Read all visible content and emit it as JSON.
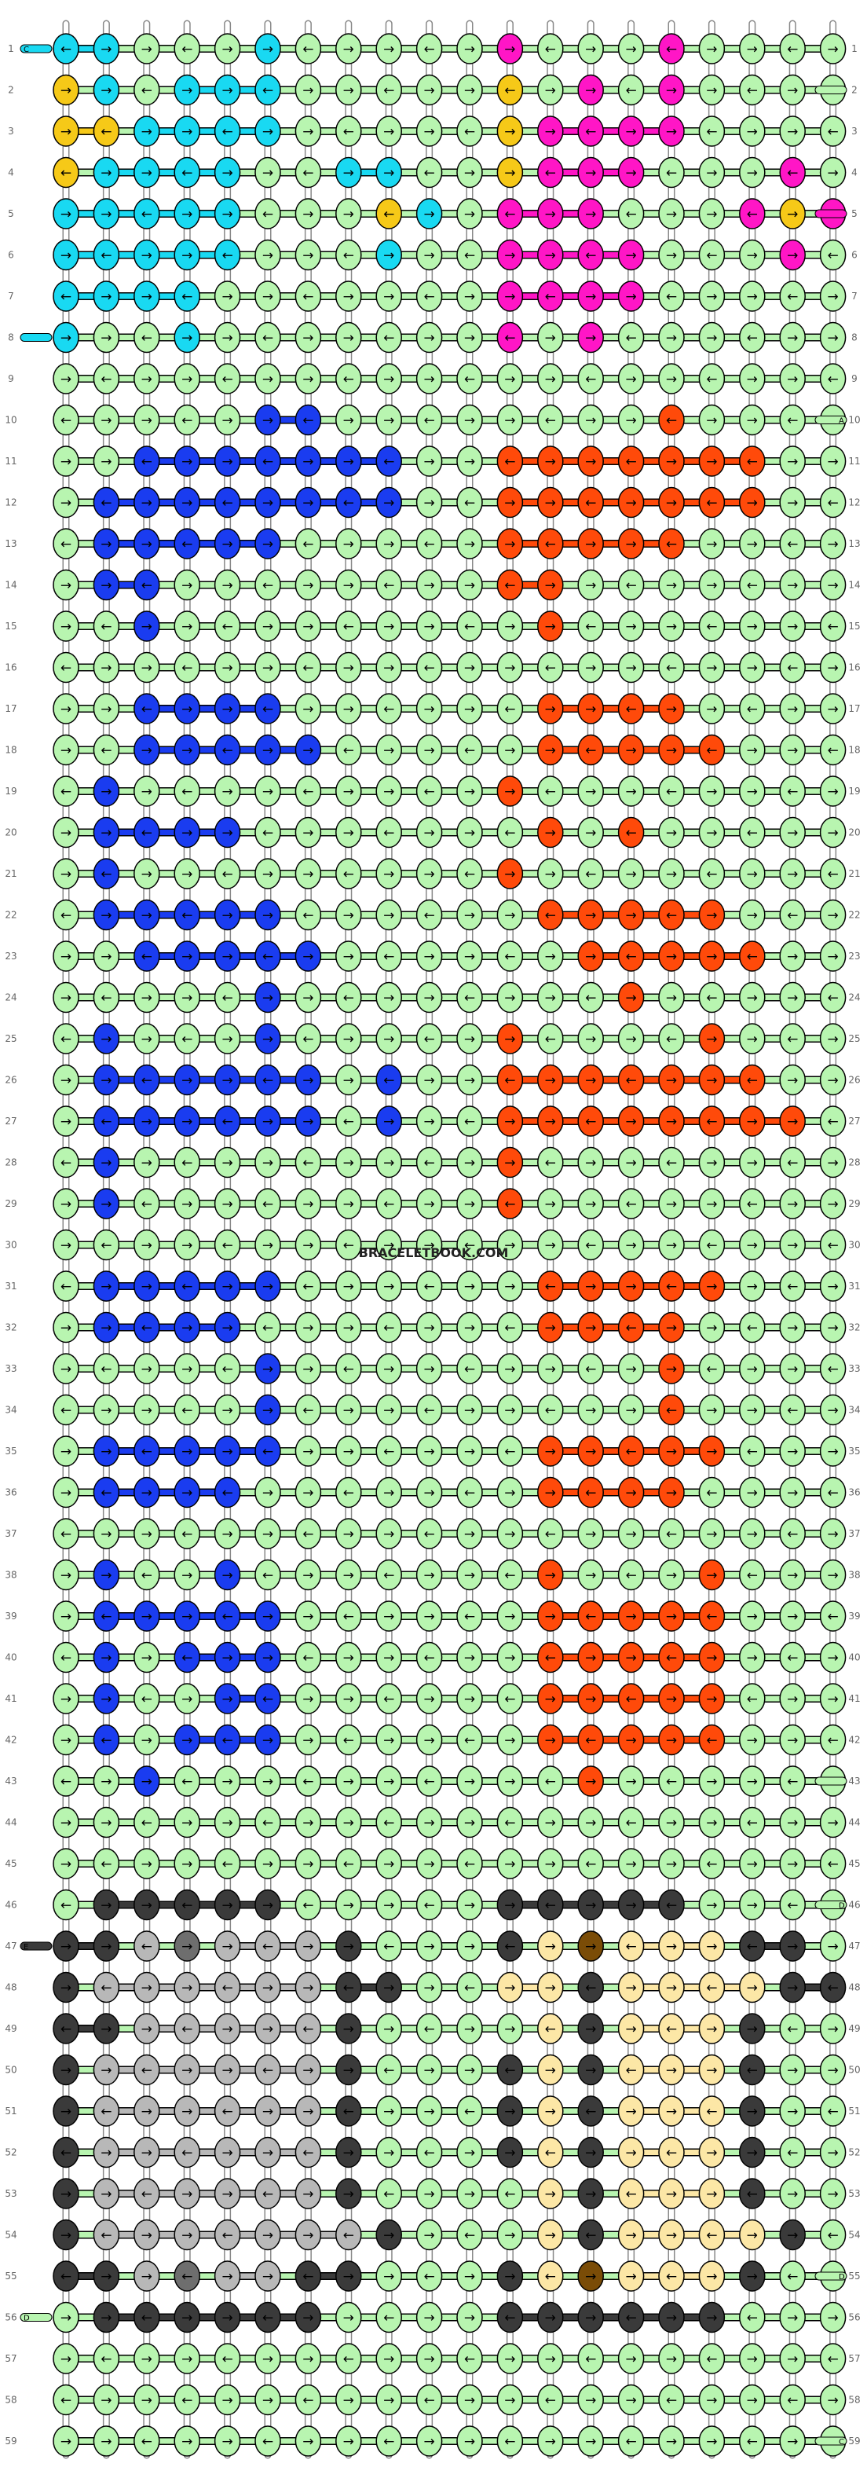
{
  "watermark": "BRACELETBOOK.COM",
  "grid": {
    "columns": 20,
    "rows": 59,
    "row_labels_left": [
      "1",
      "2",
      "3",
      "4",
      "5",
      "6",
      "7",
      "8",
      "9",
      "10",
      "11",
      "12",
      "13",
      "14",
      "15",
      "16",
      "17",
      "18",
      "19",
      "20",
      "21",
      "22",
      "23",
      "24",
      "25",
      "26",
      "27",
      "28",
      "29",
      "30",
      "31",
      "32",
      "33",
      "34",
      "35",
      "36",
      "37",
      "38",
      "39",
      "40",
      "41",
      "42",
      "43",
      "44",
      "45",
      "46",
      "47",
      "48",
      "49",
      "50",
      "51",
      "52",
      "53",
      "54",
      "55",
      "56",
      "57",
      "58",
      "59"
    ],
    "row_labels_right": [
      "1",
      "2",
      "3",
      "4",
      "5",
      "6",
      "7",
      "8",
      "9",
      "10",
      "11",
      "12",
      "13",
      "14",
      "15",
      "16",
      "17",
      "18",
      "19",
      "20",
      "21",
      "22",
      "23",
      "24",
      "25",
      "26",
      "27",
      "28",
      "29",
      "30",
      "31",
      "32",
      "33",
      "34",
      "35",
      "36",
      "37",
      "38",
      "39",
      "40",
      "41",
      "42",
      "43",
      "44",
      "45",
      "46",
      "47",
      "48",
      "49",
      "50",
      "51",
      "52",
      "53",
      "54",
      "55",
      "56",
      "57",
      "58",
      "59"
    ],
    "end_markers": {
      "left": [
        {
          "row": 1,
          "letter": "C"
        },
        {
          "row": 8,
          "letter": ""
        },
        {
          "row": 47,
          "letter": "E"
        },
        {
          "row": 56,
          "letter": "D"
        }
      ],
      "right": [
        {
          "row": 2,
          "letter": ""
        },
        {
          "row": 5,
          "letter": ""
        },
        {
          "row": 10,
          "letter": "A"
        },
        {
          "row": 43,
          "letter": ""
        },
        {
          "row": 46,
          "letter": "D"
        },
        {
          "row": 55,
          "letter": "D"
        },
        {
          "row": 59,
          "letter": "C"
        }
      ]
    }
  },
  "colors": {
    "A": "#1a3cf0",
    "B": "#ff4a0a",
    "C": "#b8f5b0",
    "D": "#3a3a3a",
    "E": "#fce7a6",
    "F": "#19d9f2",
    "G": "#ff16c6",
    "H": "#f6c918",
    "I": "#b8b8b8",
    "J": "#6e6e6e",
    "K": "#7a4c07"
  },
  "knot_glyphs": {
    "forward": "→",
    "backward": "←"
  },
  "rows": [
    "FFCCCFCCCCCGCCCGCCCC",
    "HFCFFFCCCCCHCGCGCCCC",
    "HHFFFFCCCCCHGGGGCCCC",
    "HFFFFCCFFCCHGGGCCCGC",
    "FFFFFCCCHFCGGGCCCGHG",
    "FFFFFCCCFCCGGGGCCCGC",
    "FFFFCCCCCCCGGGGCCCCC",
    "FCCFCCCCCCCGCGCCCCCC",
    "CCCCCCCCCCCCCCCCCCCC",
    "CCCCCAACCCCCCCCBCCCC",
    "CCAAAAAAACCBBBBBBBCC",
    "CAAAAAAAACCBBBBBBBCC",
    "CAAAAACCCCCBBBBBCCCC",
    "CAACCCCCCCCBBCCCCCCC",
    "CCACCCCCCCCCBCCCCCCC",
    "CCCCCCCCCCCCCCCCCCCC",
    "CCAAAACCCCCCBBBBCCCC",
    "CCAAAAACCCCCBBBBBCCC",
    "CACCCCCCCCCBCCCCCCCC",
    "CAAAACCCCCCCBCBCCCCC",
    "CACCCCCCCCCBCCCCCCCC",
    "CAAAAACCCCCCBBBBBCCC",
    "CCAAAAACCCCCCBBBBBCC",
    "CCCCCACCCCCCCCBCCCCC",
    "CACCCACCCCCBCCCCBCCC",
    "CAAAAAACACCBBBBBBBCC",
    "CAAAAAACACCBBBBBBBBC",
    "CACCCCCCCCCBCCCCCCCC",
    "CACCCCCCCCCBCCCCCCCC",
    "CCCCCCCCCCCCCCCCCCCC",
    "CAAAAACCCCCCBBBBBCCC",
    "CAAAACCCCCCCBBBBCCCC",
    "CCCCCACCCCCCCCCBCCCC",
    "CCCCCACCCCCCCCCBCCCC",
    "CAAAAACCCCCCBBBBBCCC",
    "CAAAACCCCCCCBBBBCCCC",
    "CCCCCCCCCCCCCCCCCCCC",
    "CACCACCCCCCCBCCCBCCC",
    "CAAAAACCCCCCBBBBBCCC",
    "CACAAACCCCCCBBBBBCCC",
    "CACCAACCCCCCBBBBBCCC",
    "CACAAACCCCCCBBBBBCCC",
    "CCACCCCCCCCCCBCCCCCC",
    "CCCCCCCCCCCCCCCCCCCC",
    "CCCCCCCCCCCCCCCCCCCC",
    "CDDDDDCCCCCDDDDDCCCC",
    "DDIJIIIDCCCDEKEEEDDC",
    "DIIIIIIDDCCEEDEEEEDD",
    "DDIIIIIDCCCCEDEEEDCC",
    "DIIIIIIDCCCDEDEEEDCC",
    "DIIIIIIDCCCDEDEEEDCC",
    "DIIIIIIDCCCDEDEEEDCC",
    "DIIIIIIDCCCCEDEEEDCC",
    "DIIIIIIIDCCCEDEEEEDC",
    "DDIJIIDDCCCDEKEEEDCC",
    "CDDDDDDCCCCDDDDDDCCC",
    "CCCCCCCCCCCCCCCCCCCC",
    "CCCCCCCCCCCCCCCCCCCC",
    "CCCCCCCCCCCCCCCCCCCC"
  ]
}
